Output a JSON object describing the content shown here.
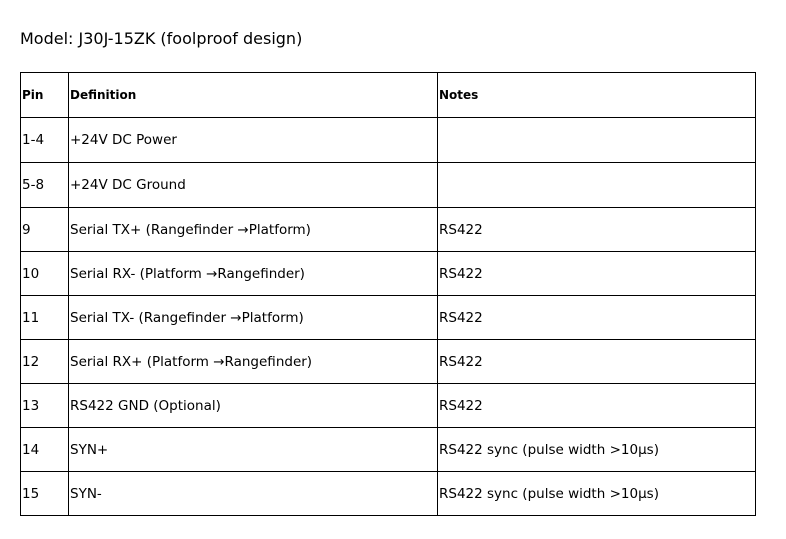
{
  "document": {
    "title": "Model: J30J-15ZK (foolproof design)"
  },
  "table": {
    "headers": {
      "pin": "Pin",
      "definition": "Definition",
      "notes": "Notes"
    },
    "rows": [
      {
        "pin": "1-4",
        "definition": "+24V DC Power",
        "notes": ""
      },
      {
        "pin": "5-8",
        "definition": "+24V DC Ground",
        "notes": ""
      },
      {
        "pin": "9",
        "definition": "Serial TX+ (Rangefinder →Platform)",
        "notes": "RS422"
      },
      {
        "pin": "10",
        "definition": "Serial RX- (Platform →Rangefinder)",
        "notes": "RS422"
      },
      {
        "pin": "11",
        "definition": "Serial TX- (Rangefinder →Platform)",
        "notes": "RS422"
      },
      {
        "pin": "12",
        "definition": "Serial RX+ (Platform →Rangefinder)",
        "notes": "RS422"
      },
      {
        "pin": "13",
        "definition": "RS422 GND (Optional)",
        "notes": "RS422"
      },
      {
        "pin": "14",
        "definition": "SYN+",
        "notes": "RS422 sync (pulse width >10μs)"
      },
      {
        "pin": "15",
        "definition": "SYN-",
        "notes": "RS422 sync (pulse width >10μs)"
      }
    ]
  }
}
